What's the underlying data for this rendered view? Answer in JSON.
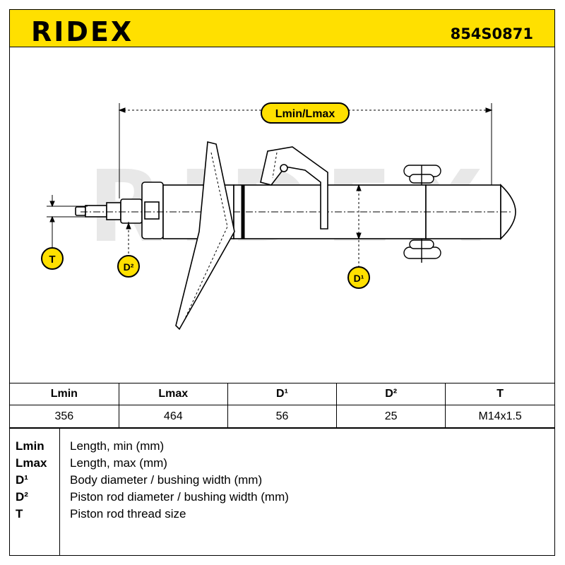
{
  "header": {
    "brand": "RIDEX",
    "part_number": "854S0871",
    "accent_color": "#ffe000"
  },
  "diagram": {
    "watermark": "RIDEX",
    "length_label": "Lmin/Lmax",
    "label_t": "T",
    "label_d2": "D²",
    "label_d1": "D¹"
  },
  "spec_table": {
    "headers": [
      "Lmin",
      "Lmax",
      "D¹",
      "D²",
      "T"
    ],
    "values": [
      "356",
      "464",
      "56",
      "25",
      "M14x1.5"
    ]
  },
  "legend": [
    {
      "key": "Lmin",
      "desc": "Length, min (mm)"
    },
    {
      "key": "Lmax",
      "desc": "Length, max (mm)"
    },
    {
      "key": "D¹",
      "desc": "Body diameter / bushing width (mm)"
    },
    {
      "key": "D²",
      "desc": "Piston rod diameter / bushing width (mm)"
    },
    {
      "key": "T",
      "desc": "Piston rod thread size"
    }
  ]
}
